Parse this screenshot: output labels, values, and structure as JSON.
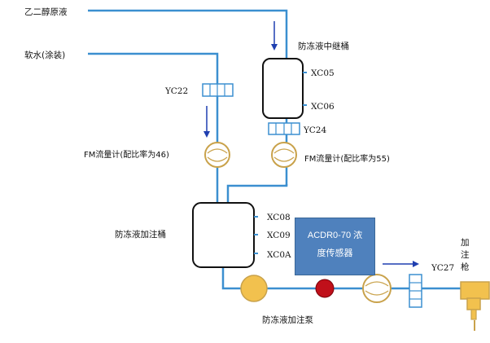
{
  "inputs": {
    "glycol": "乙二醇原液",
    "soft_water": "软水(涂装)"
  },
  "tanks": {
    "relay": "防冻液中继桶",
    "filling": "防冻液加注桶"
  },
  "sensors": {
    "xc05": "XC05",
    "xc06": "XC06",
    "xc08": "XC08",
    "xc09": "XC09",
    "xc0a": "XC0A"
  },
  "valves": {
    "yc22": "YC22",
    "yc24": "YC24",
    "yc27": "YC27"
  },
  "flowmeters": {
    "fm46": "FM流量计(配比率为46)",
    "fm55": "FM流量计(配比率为55)"
  },
  "concentration_sensor": {
    "line1": "ACDR0-70 浓",
    "line2": "度传感器"
  },
  "pump": "防冻液加注泵",
  "gun": [
    "加",
    "注",
    "枪"
  ],
  "colors": {
    "pipe": "#3b8fd0",
    "arrow": "#1f3fb0",
    "pump": "#f2c14e",
    "sensor_dot": "#c0101a",
    "sensor_box": "#4f81bd",
    "gun": "#f2c14e"
  }
}
